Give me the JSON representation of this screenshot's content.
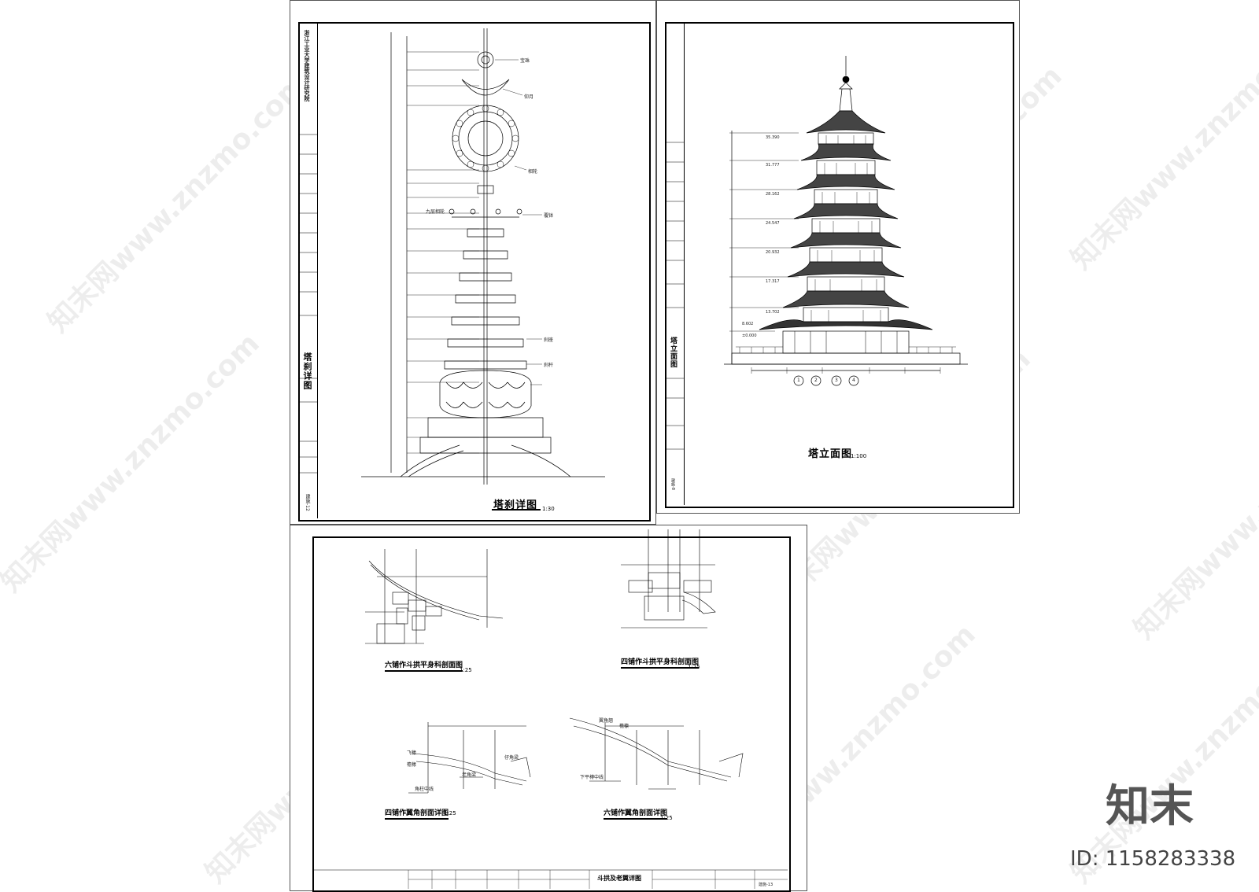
{
  "sheet1": {
    "drawing_title": "塔刹详图",
    "scale": "1:30",
    "vertical_title": "塔刹详图",
    "vertical_org": "浙江工业大学建筑设计研究院",
    "drawing_no": "建施-12",
    "annotations": [
      "宝珠",
      "仰月",
      "相轮",
      "九层相轮",
      "覆钵",
      "刹座",
      "刹杆"
    ]
  },
  "sheet2": {
    "drawing_title": "塔立面图",
    "scale": "1:100",
    "vertical_title": "塔立面图",
    "drawing_no": "建施-8",
    "axes": [
      "1",
      "2",
      "3",
      "4"
    ],
    "elevations": [
      "35.390",
      "31.777",
      "28.162",
      "24.547",
      "20.932",
      "17.317",
      "13.702",
      "8.602",
      "±0.000"
    ]
  },
  "sheet3": {
    "captions": [
      {
        "text": "六铺作斗拱平身科剖面图",
        "scale": "1:25"
      },
      {
        "text": "四铺作斗拱平身科剖面图",
        "scale": "1:25"
      },
      {
        "text": "四铺作翼角剖面详图",
        "scale": "1:25"
      },
      {
        "text": "六铺作翼角剖面详图",
        "scale": "1:25"
      }
    ],
    "title_block": "斗拱及老翼详图",
    "drawing_no": "建施-13",
    "labels": [
      "飞椽",
      "檐椽",
      "老角梁",
      "仔角梁",
      "角柱中线",
      "下平槫中线",
      "檐檩",
      "翼角翘"
    ]
  },
  "brand": {
    "logo_text": "知末",
    "id_text": "ID: 1158283338",
    "watermark": "知末网www.znzmo.com"
  }
}
